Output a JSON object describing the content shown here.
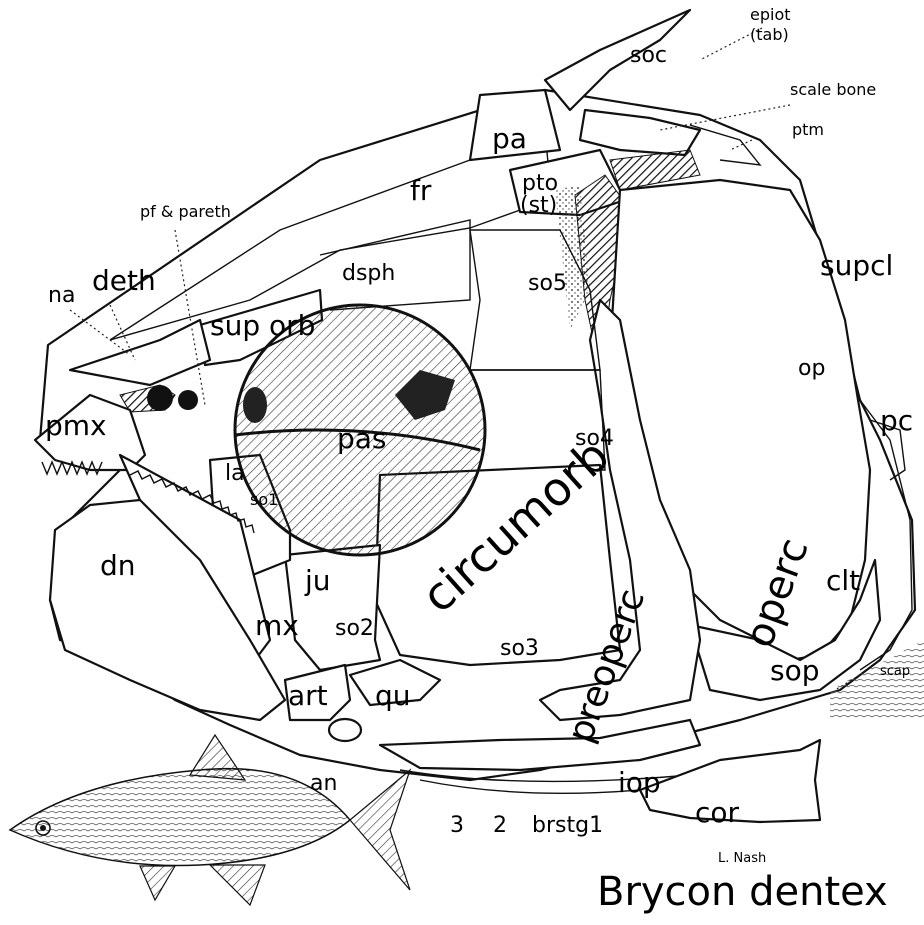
{
  "title": "Brycon dentex",
  "artist": "L. Nash",
  "labels": {
    "soc": "soc",
    "epiot": "epiot",
    "tab": "(tab)",
    "scale_bone": "scale bone",
    "ptm": "ptm",
    "pa": "pa",
    "pto": "pto",
    "st": "(st)",
    "fr": "fr",
    "pf_pareth": "pf & pareth",
    "deth": "deth",
    "dsph": "dsph",
    "so5": "so5",
    "supcl": "supcl",
    "na": "na",
    "sup_orb": "sup orb",
    "op": "op",
    "pmx": "pmx",
    "pas": "pas",
    "so4": "so4",
    "pc": "pc",
    "la": "la",
    "so1": "so1",
    "circumorb": "circumorb",
    "dn": "dn",
    "ju": "ju",
    "operc": "operc",
    "clt": "clt",
    "mx": "mx",
    "so2": "so2",
    "so3": "so3",
    "preoperc": "preoperc",
    "sop": "sop",
    "scap": "scap",
    "art": "art",
    "qu": "qu",
    "an": "an",
    "iop": "iop",
    "cor": "cor",
    "n3": "3",
    "n2": "2",
    "brstg1": "brstg1"
  }
}
